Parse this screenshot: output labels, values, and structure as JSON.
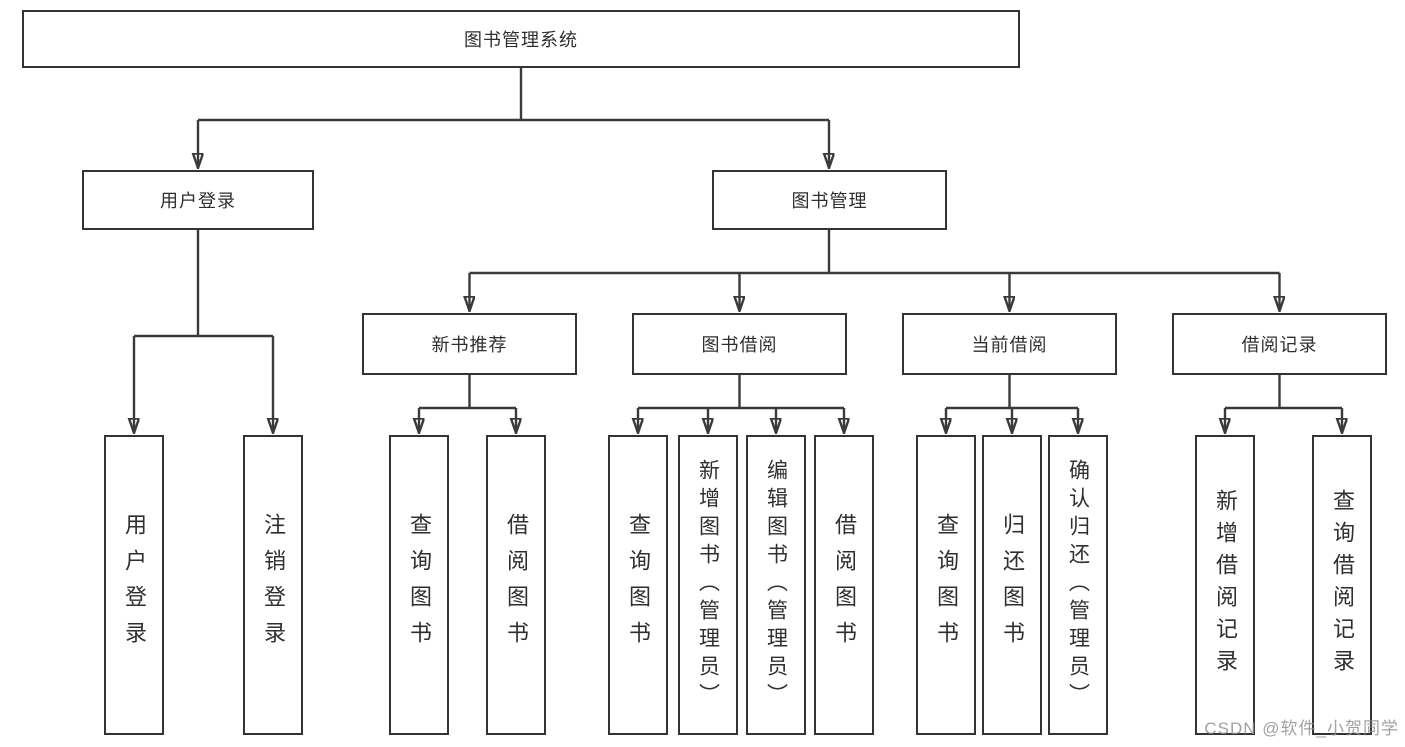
{
  "tree": {
    "root": "图书管理系统",
    "user_login": {
      "label": "用户登录",
      "children": [
        "用户登录",
        "注销登录"
      ]
    },
    "book_mgmt": {
      "label": "图书管理",
      "sections": [
        {
          "label": "新书推荐",
          "children": [
            "查询图书",
            "借阅图书"
          ]
        },
        {
          "label": "图书借阅",
          "children": [
            "查询图书",
            "新增图书（管理员）",
            "编辑图书（管理员）",
            "借阅图书"
          ]
        },
        {
          "label": "当前借阅",
          "children": [
            "查询图书",
            "归还图书",
            "确认归还（管理员）"
          ]
        },
        {
          "label": "借阅记录",
          "children": [
            "新增借阅记录",
            "查询借阅记录"
          ]
        }
      ]
    }
  },
  "watermark": {
    "text": "CSDN @软件_小贺同学"
  },
  "colors": {
    "line": "#3a3a3a",
    "box_border": "#333333",
    "text": "#2f2f2f",
    "watermark": "#919191",
    "background": "#ffffff"
  }
}
